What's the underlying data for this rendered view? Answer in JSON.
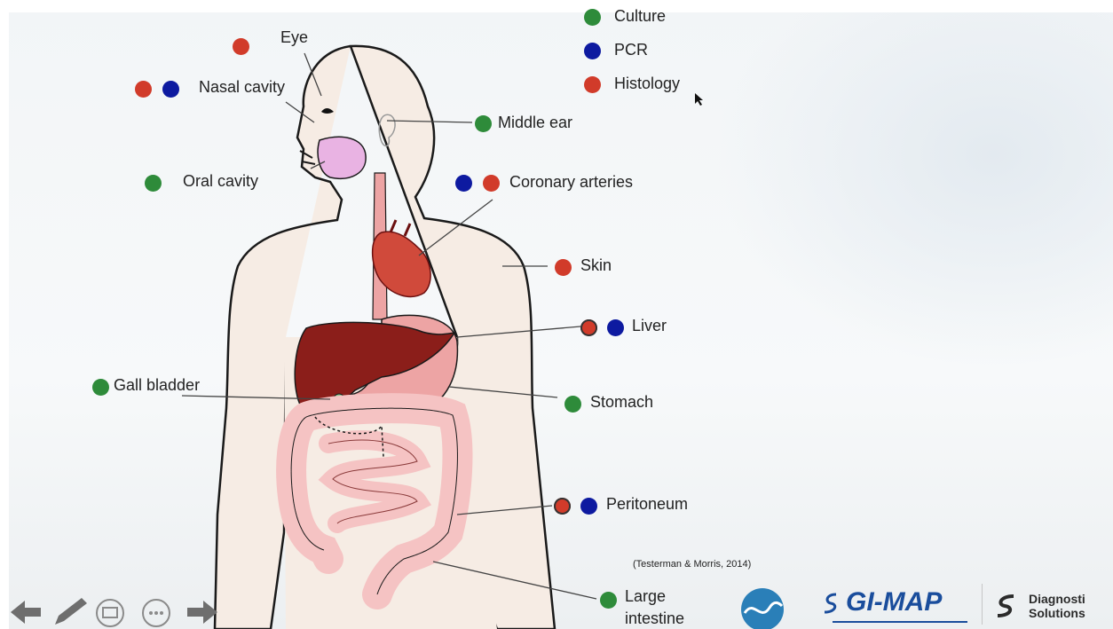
{
  "legend": [
    {
      "label": "Culture",
      "color": "#2e8b3a"
    },
    {
      "label": "PCR",
      "color": "#0d1aa0"
    },
    {
      "label": "Histology",
      "color": "#d13b2a"
    }
  ],
  "labels": {
    "eye": "Eye",
    "nasal": "Nasal cavity",
    "middle_ear": "Middle ear",
    "oral": "Oral cavity",
    "coronary": "Coronary arteries",
    "skin": "Skin",
    "liver": "Liver",
    "gall": "Gall bladder",
    "stomach": "Stomach",
    "peritoneum": "Peritoneum",
    "large_intestine_1": "Large",
    "large_intestine_2": "intestine"
  },
  "citation": "(Testerman & Morris, 2014)",
  "logos": {
    "gimap": "GI-MAP",
    "ds_line1": "Diagnosti",
    "ds_line2": "Solutions"
  },
  "colors": {
    "culture": "#2e8b3a",
    "pcr": "#0d1aa0",
    "histology": "#d13b2a",
    "body": "#f6ece4",
    "liver": "#8b1e1a",
    "stomach": "#eda4a4",
    "intestine": "#f5c3c3"
  },
  "controls": [
    "back-arrow-icon",
    "pen-icon",
    "slides-icon",
    "more-icon",
    "forward-arrow-icon"
  ]
}
